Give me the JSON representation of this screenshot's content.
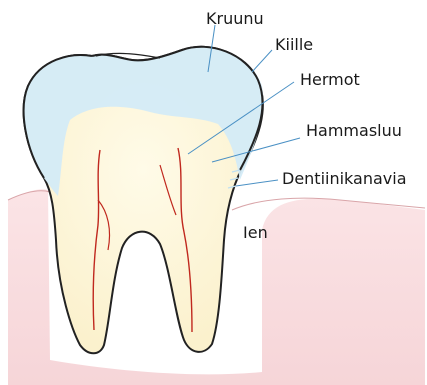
{
  "diagram": {
    "labels": {
      "crown": "Kruunu",
      "enamel": "Kiille",
      "nerve": "Hermot",
      "dentin": "Hammasluu",
      "tubules": "Dentiinikanavia",
      "gum": "Ien"
    },
    "colors": {
      "enamel": "#d4ebf7",
      "dentin": "#fdf6dc",
      "gum": "#f9dfe1",
      "nerve": "#c0281e",
      "outline": "#222222",
      "leader": "#4a90c4"
    }
  }
}
